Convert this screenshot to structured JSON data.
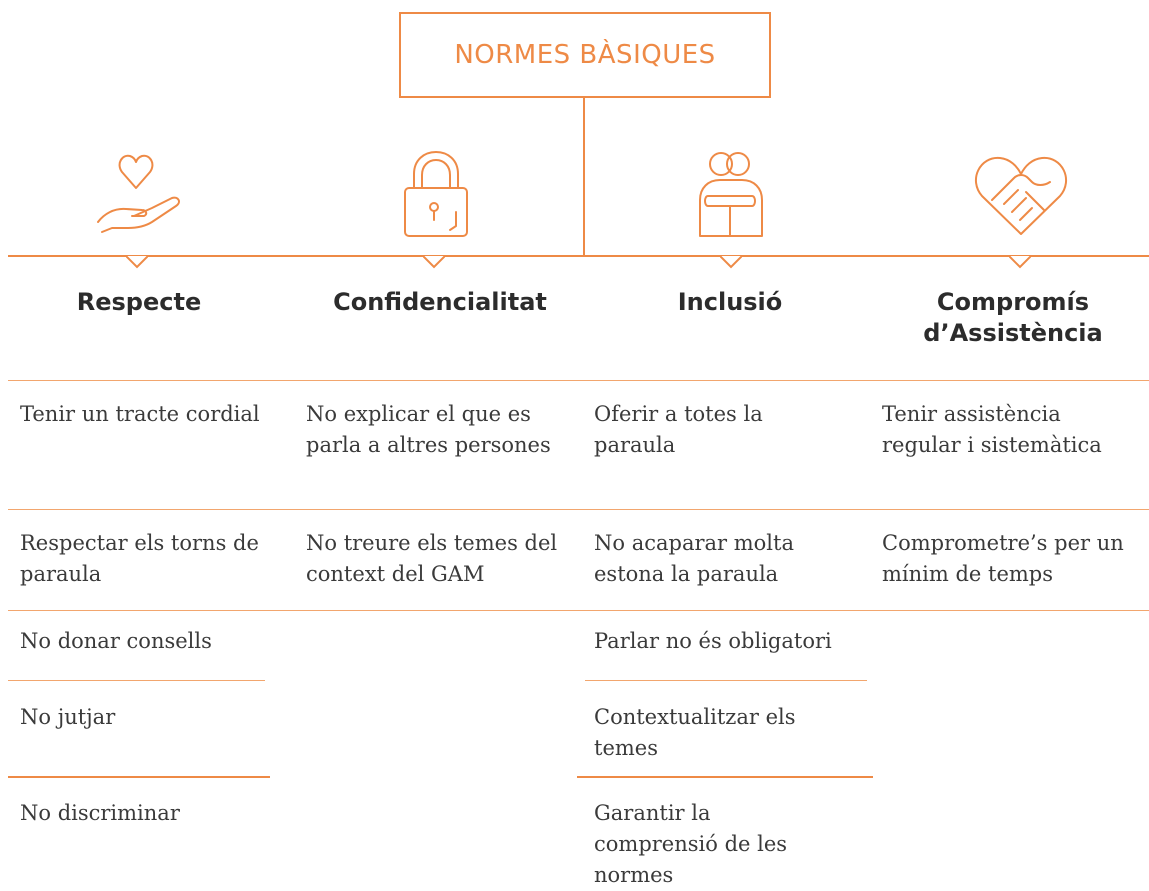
{
  "title": "NORMES BÀSIQUES",
  "colors": {
    "accent": "#ee8a46",
    "text": "#3a3a3a"
  },
  "columns": [
    {
      "icon": "heart-in-hand-icon",
      "heading": "Respecte",
      "items": [
        "Tenir un tracte cordial",
        "Respectar els torns de paraula",
        "No donar consells",
        "No jutjar",
        "No discriminar"
      ]
    },
    {
      "icon": "padlock-icon",
      "heading": "Confidencialitat",
      "items": [
        "No explicar el que es parla a altres persones",
        "No treure els temes del context del GAM"
      ]
    },
    {
      "icon": "embrace-icon",
      "heading": "Inclusió",
      "items": [
        "Oferir a totes la paraula",
        "No acaparar molta estona la paraula",
        "Parlar no és obligatori",
        "Contextualitzar els temes",
        "Garantir la comprensió de les normes"
      ]
    },
    {
      "icon": "heart-handshake-icon",
      "heading": "Compromís d’Assistència",
      "items": [
        "Tenir assistència regular i sistemàtica",
        "Comprometre’s per un mínim de temps"
      ]
    }
  ]
}
